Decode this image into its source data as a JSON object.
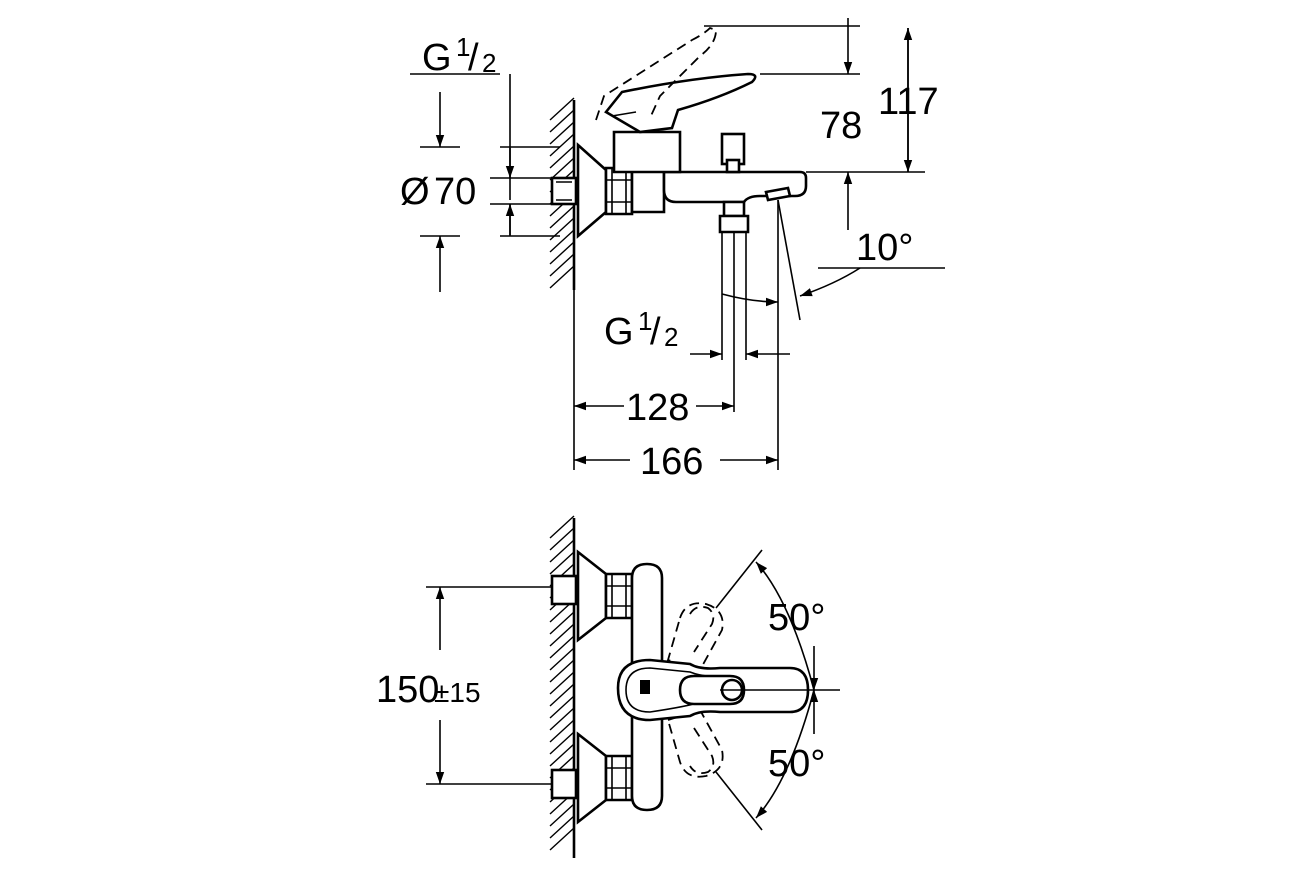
{
  "labels": {
    "thread_top": "G",
    "thread_top_num": "1",
    "thread_top_den": "2",
    "diameter_symbol": "Ø",
    "diameter": "70",
    "height_78": "78",
    "height_117": "117",
    "angle_spout": "10°",
    "thread_bottom": "G",
    "thread_bottom_num": "1",
    "thread_bottom_den": "2",
    "depth_128": "128",
    "depth_166": "166",
    "centers": "150",
    "centers_tol": "±15",
    "angle_up": "50°",
    "angle_down": "50°"
  }
}
